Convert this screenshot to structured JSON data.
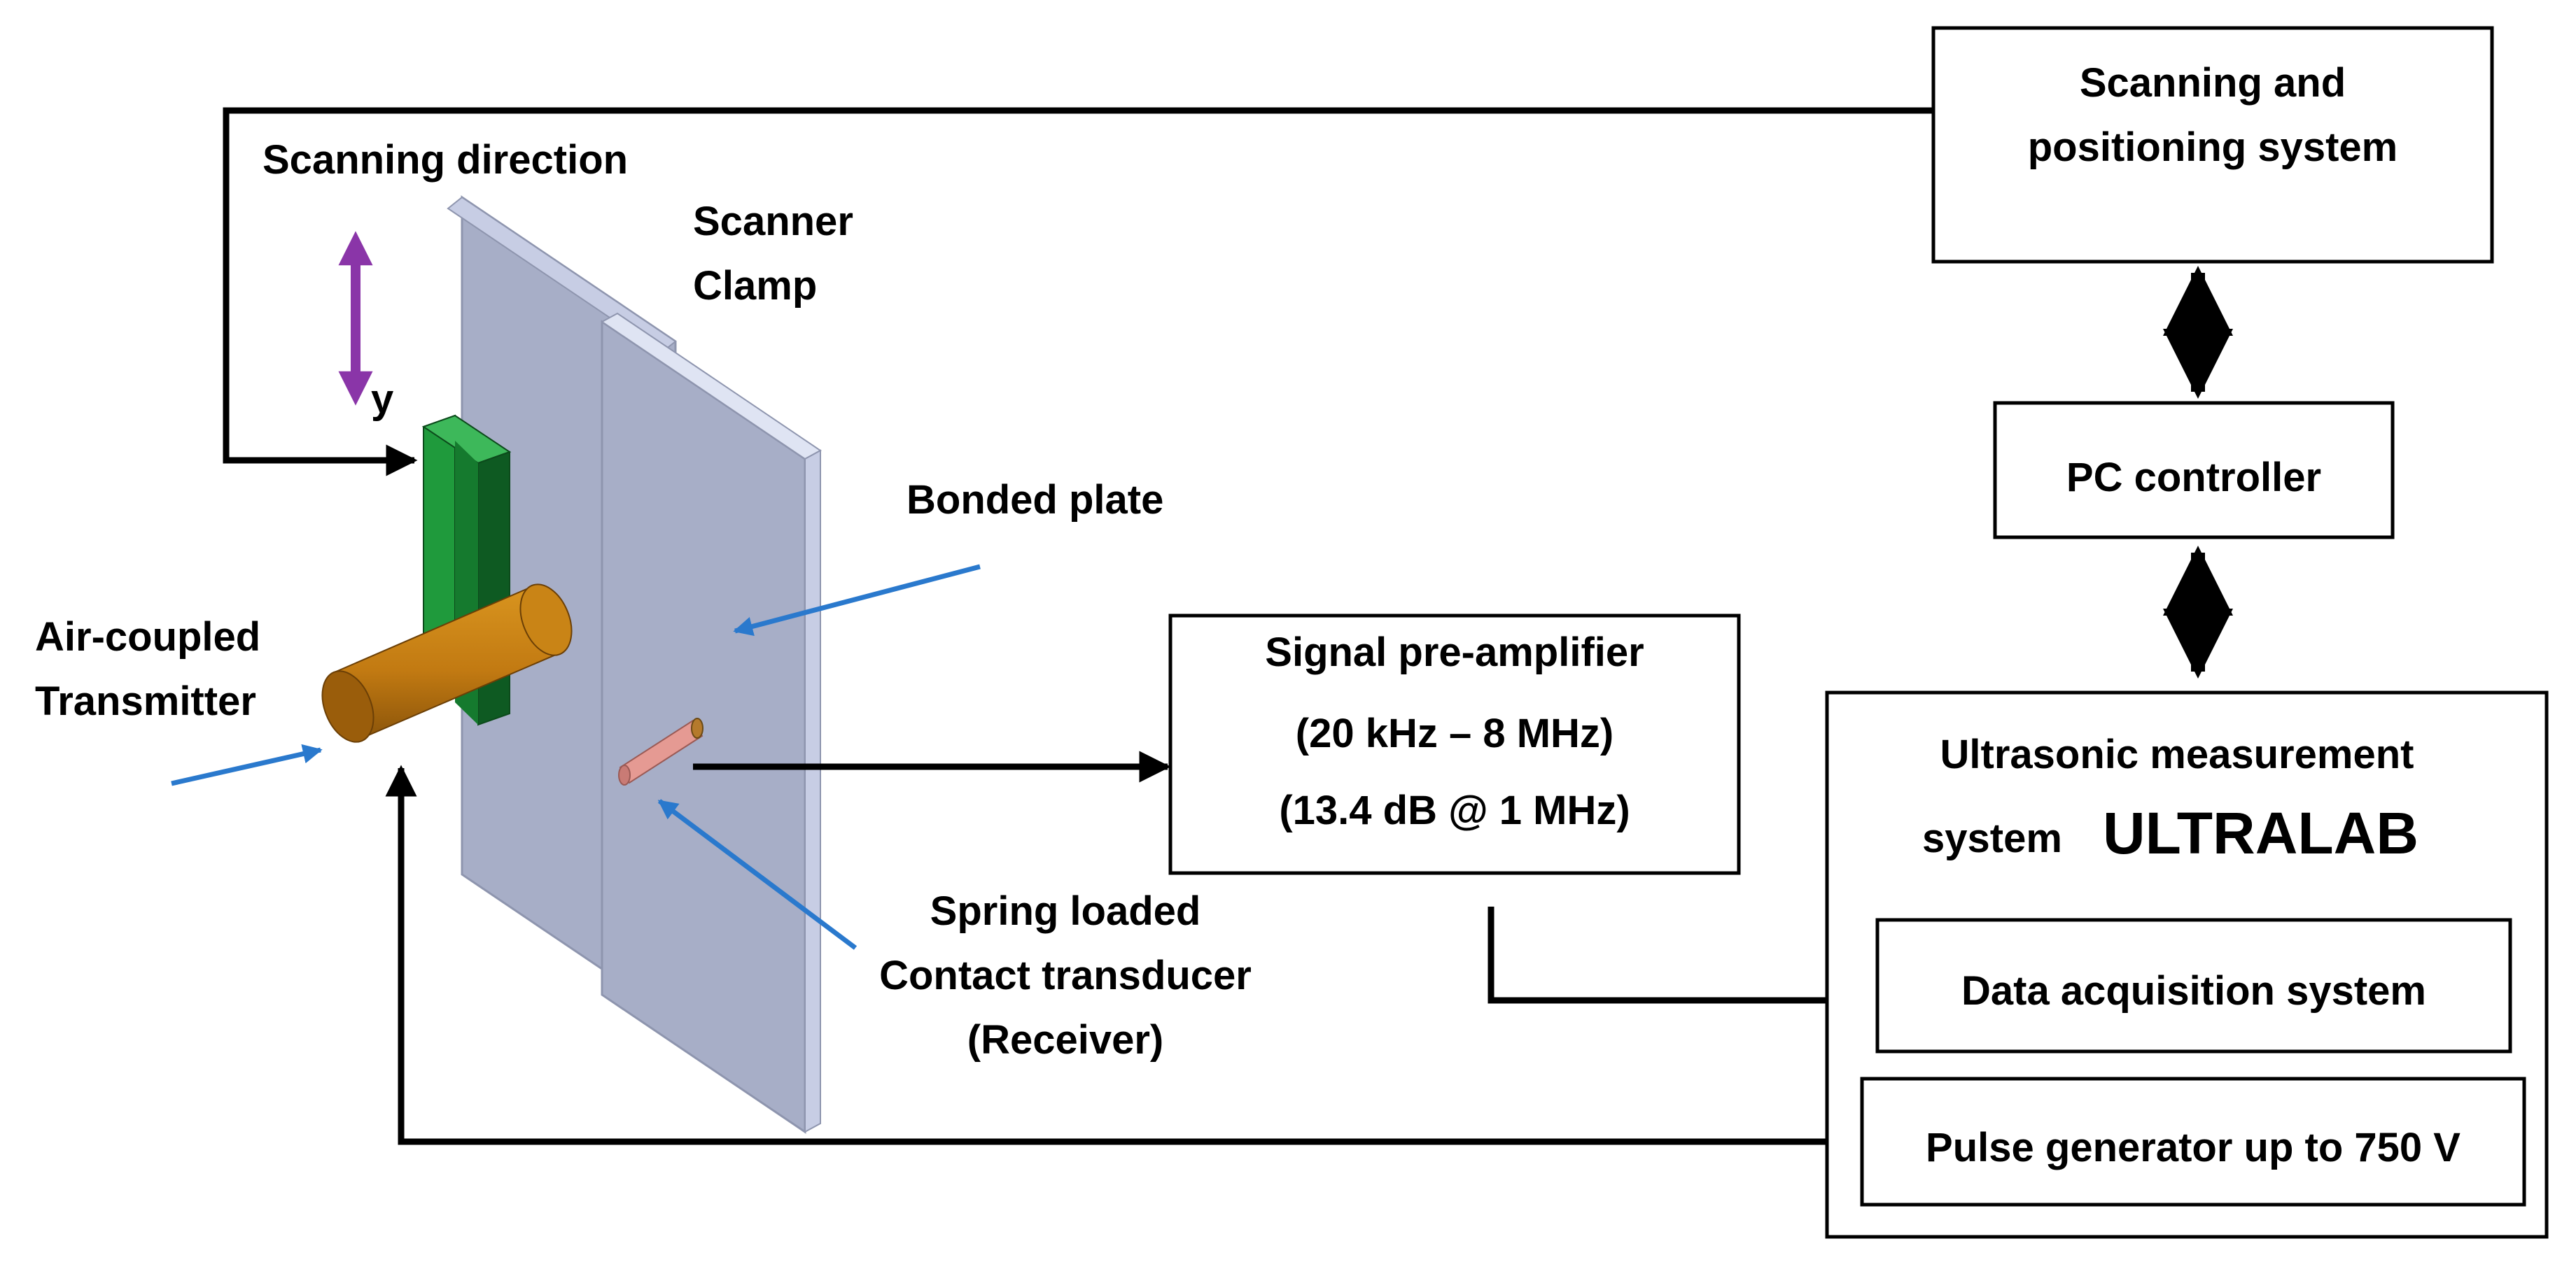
{
  "labels": {
    "scanning_direction": "Scanning direction",
    "y_axis": "y",
    "scanner_line1": "Scanner",
    "scanner_line2": "Clamp",
    "bonded_plate": "Bonded plate",
    "transmitter_line1": "Air-coupled",
    "transmitter_line2": "Transmitter",
    "receiver_line1": "Spring loaded",
    "receiver_line2": "Contact transducer",
    "receiver_line3": "(Receiver)"
  },
  "blocks": {
    "scanning_system_line1": "Scanning and",
    "scanning_system_line2": "positioning system",
    "pc_controller": "PC controller",
    "preamp_line1": "Signal pre-amplifier",
    "preamp_line2": "(20 kHz – 8 MHz)",
    "preamp_line3": "(13.4 dB @ 1 MHz)",
    "ultrasonic_line1": "Ultrasonic measurement",
    "ultrasonic_line2": "system",
    "ultrasonic_brand": "ULTRALAB",
    "data_acquisition": "Data acquisition system",
    "pulse_generator": "Pulse generator up to 750 V"
  },
  "colors": {
    "plate_face": "#a7aec7",
    "plate_edge": "#c7cde4",
    "clamp_green": "#1f9a3c",
    "clamp_green_dark": "#0e5a22",
    "transmitter": "#c27a12",
    "receiver": "#e59a93",
    "scan_arrow": "#8a35a8",
    "pointer": "#2a79cd"
  }
}
